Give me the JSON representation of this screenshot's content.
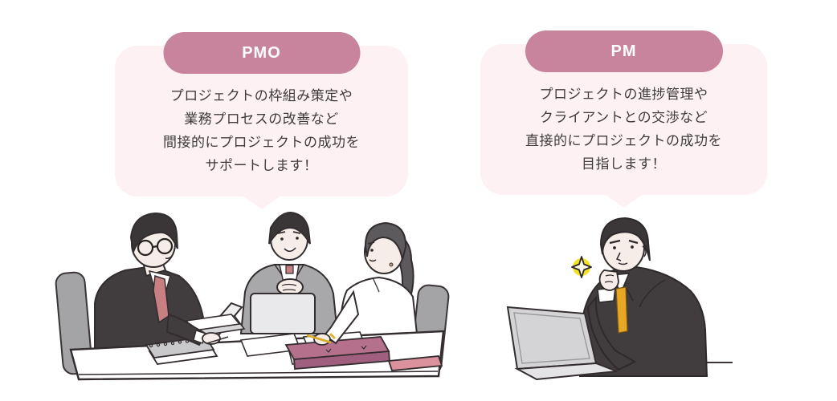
{
  "page": {
    "background": "#ffffff",
    "description": "PMO vs PM comparison infographic with two pink speech bubbles and business-people illustrations"
  },
  "colors": {
    "badge_pink": "#c9849d",
    "bubble_pink": "#fdf1f3",
    "text_dark": "#403b3b",
    "suit_dark": "#413c3e",
    "suit_gray": "#a8a8ab",
    "tie_red": "#c77f82",
    "tie_gold": "#e8a826",
    "skin": "#f7ede8",
    "sparkle_yellow": "#f3e321",
    "binder_mauve": "#b5718c",
    "case_pink": "#db929c",
    "laptop_gray": "#d4d4d6"
  },
  "icons": {
    "sparkle": "four-point-star-in-yellow-circle"
  },
  "cards": [
    {
      "id": "pmo",
      "title": "PMO",
      "lines": [
        "プロジェクトの枠組み策定や",
        "業務プロセスの改善など",
        "間接的にプロジェクトの成功を",
        "サポートします！"
      ],
      "illustration": "three-business-people-meeting-at-table"
    },
    {
      "id": "pm",
      "title": "PM",
      "lines": [
        "プロジェクトの進捗管理や",
        "クライアントとの交渉など",
        "直接的にプロジェクトの成功を",
        "目指します！"
      ],
      "illustration": "businessman-thinking-at-laptop"
    }
  ]
}
